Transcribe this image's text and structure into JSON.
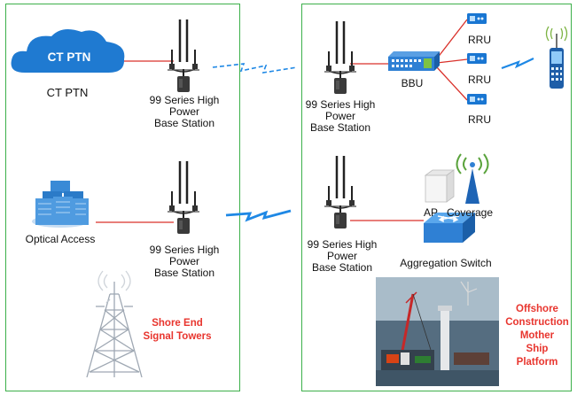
{
  "cloud": {
    "inner_text": "CT PTN",
    "caption": "CT PTN"
  },
  "optical_access": {
    "caption": "Optical Access"
  },
  "base_station_label_lines": [
    "99 Series High",
    "Power",
    "Base Station"
  ],
  "bbu": {
    "caption": "BBU"
  },
  "rru": {
    "captions": [
      "RRU",
      "RRU",
      "RRU"
    ]
  },
  "ap": {
    "caption": "AP"
  },
  "coverage": {
    "caption": "Coverage"
  },
  "aggregation_switch": {
    "caption": "Aggregation Switch"
  },
  "shore_towers": {
    "lines": [
      "Shore End",
      "Signal Towers"
    ]
  },
  "offshore_platform": {
    "lines": [
      "Offshore",
      "Construction",
      "Mother",
      "Ship",
      "Platform"
    ]
  },
  "colors": {
    "panel_border": "#3cb04a",
    "link_line": "#d9302a",
    "wireless": "#1e88e5",
    "highlight_text": "#e8352e"
  }
}
